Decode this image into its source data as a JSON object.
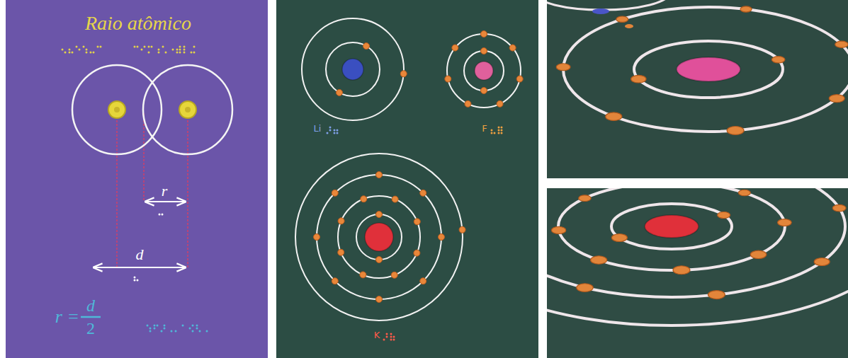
{
  "diagram": {
    "title": "Raio atômico",
    "labels": [
      "r",
      "d",
      "r =",
      "d",
      "2",
      "Li",
      "F",
      "K"
    ]
  }
}
